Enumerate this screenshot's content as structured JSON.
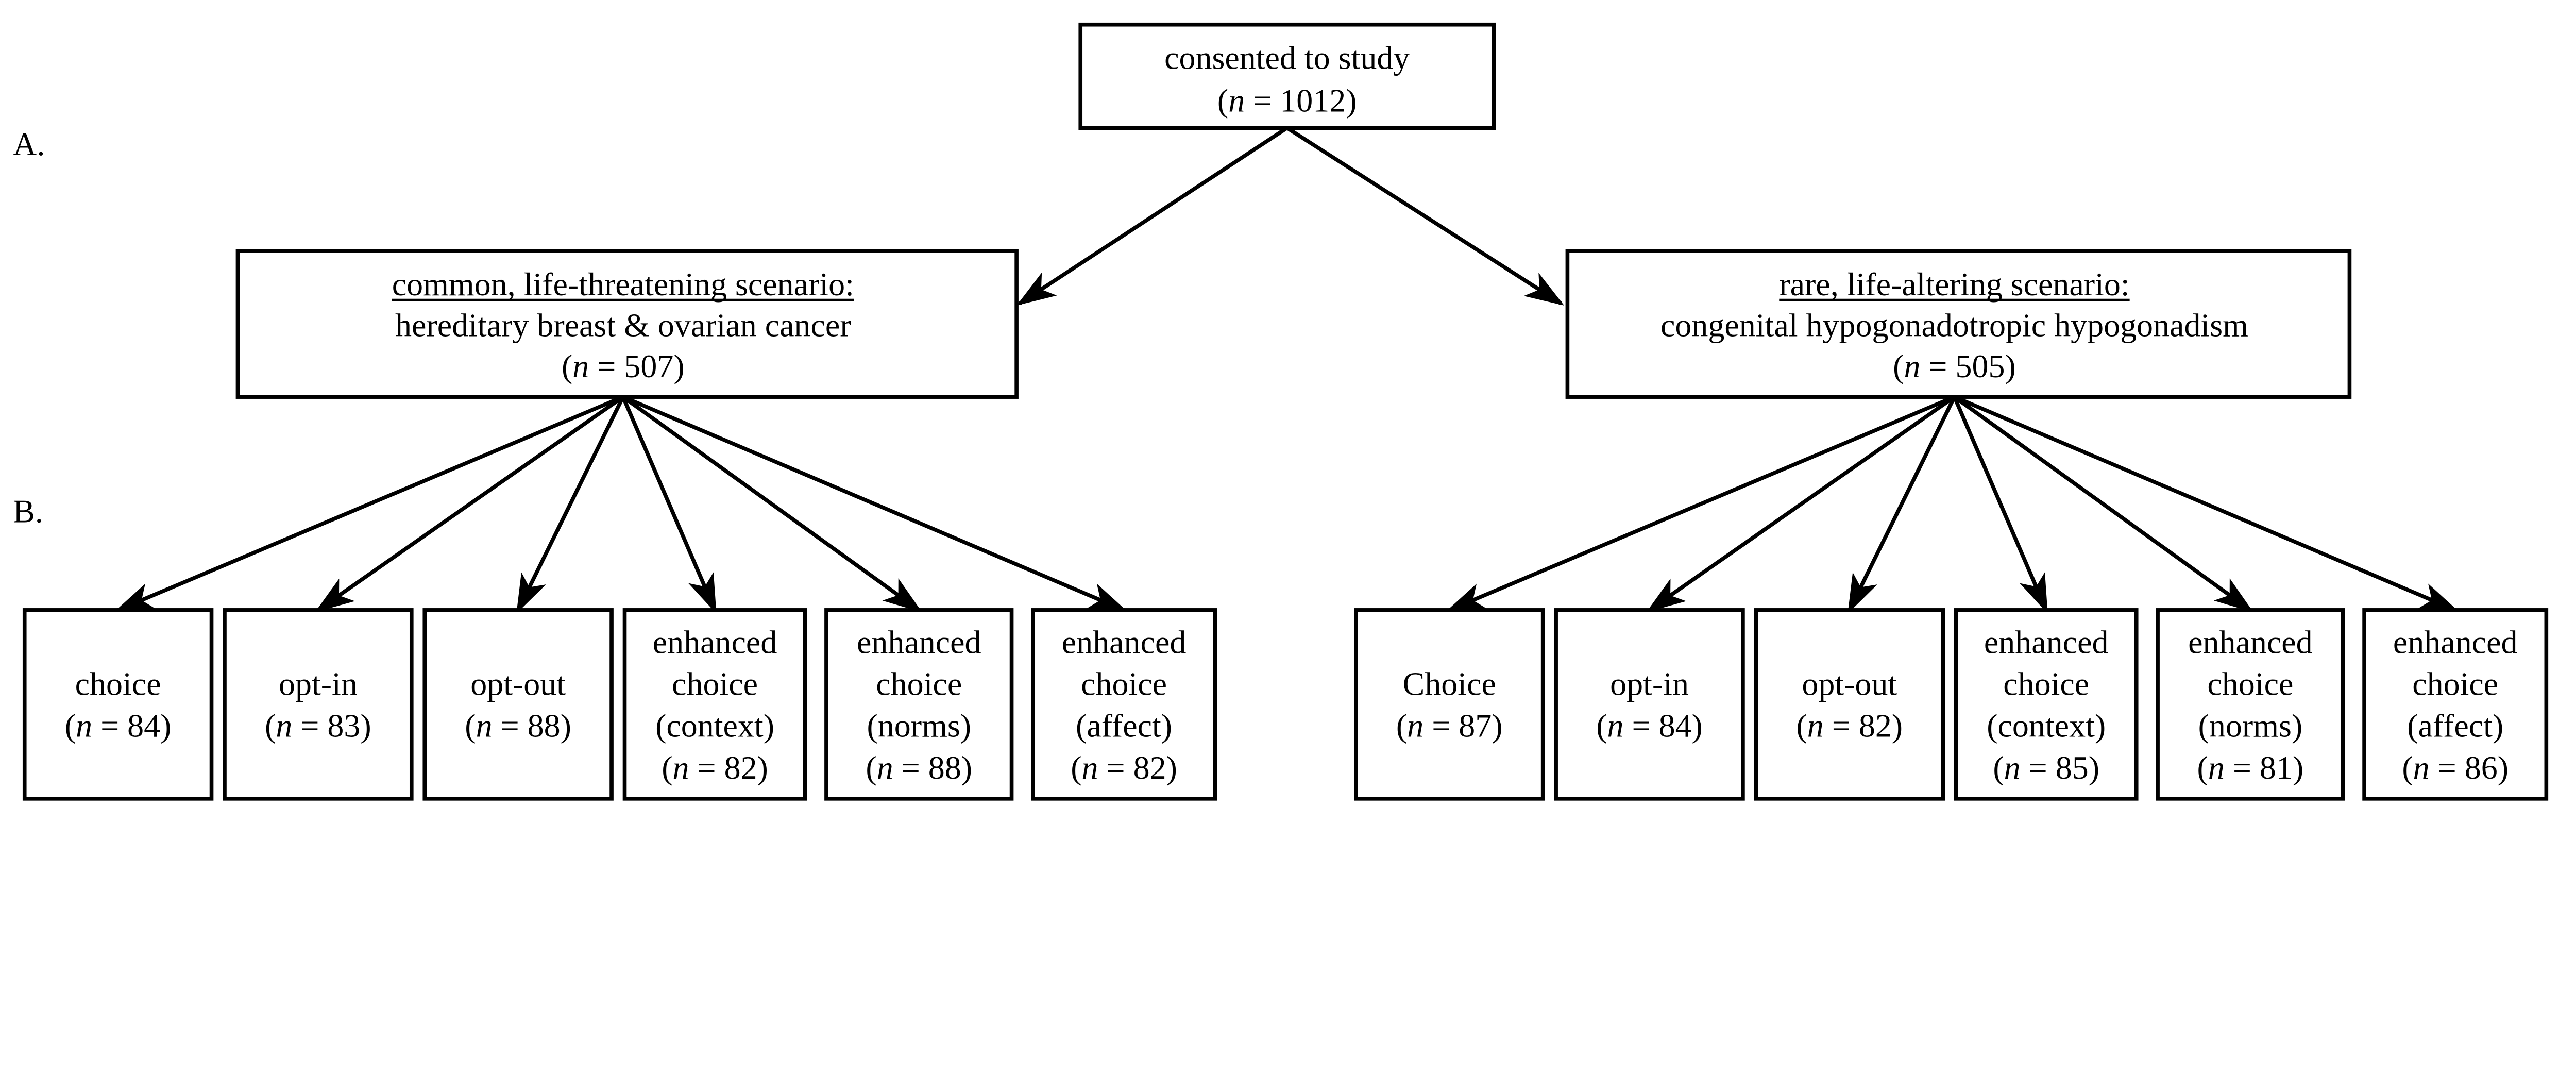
{
  "panel_labels": {
    "a": "A.",
    "b": "B."
  },
  "root": {
    "label": "consented to study",
    "n": "1012"
  },
  "n_symbol": "n",
  "scenarios": [
    {
      "title": "common, life-threatening scenario:",
      "subtitle": "hereditary breast & ovarian cancer",
      "n": "507",
      "arms": [
        {
          "lines": [
            "choice"
          ],
          "n": "84"
        },
        {
          "lines": [
            "opt-in"
          ],
          "n": "83"
        },
        {
          "lines": [
            "opt-out"
          ],
          "n": "88"
        },
        {
          "lines": [
            "enhanced",
            "choice",
            "(context)"
          ],
          "n": "82"
        },
        {
          "lines": [
            "enhanced",
            "choice",
            "(norms)"
          ],
          "n": "88"
        },
        {
          "lines": [
            "enhanced",
            "choice",
            "(affect)"
          ],
          "n": "82"
        }
      ]
    },
    {
      "title": "rare, life-altering scenario:",
      "subtitle": "congenital hypogonadotropic hypogonadism",
      "n": "505",
      "arms": [
        {
          "lines": [
            "Choice"
          ],
          "n": "87"
        },
        {
          "lines": [
            "opt-in"
          ],
          "n": "84"
        },
        {
          "lines": [
            "opt-out"
          ],
          "n": "82"
        },
        {
          "lines": [
            "enhanced",
            "choice",
            "(context)"
          ],
          "n": "85"
        },
        {
          "lines": [
            "enhanced",
            "choice",
            "(norms)"
          ],
          "n": "81"
        },
        {
          "lines": [
            "enhanced",
            "choice",
            "(affect)"
          ],
          "n": "86"
        }
      ]
    }
  ]
}
